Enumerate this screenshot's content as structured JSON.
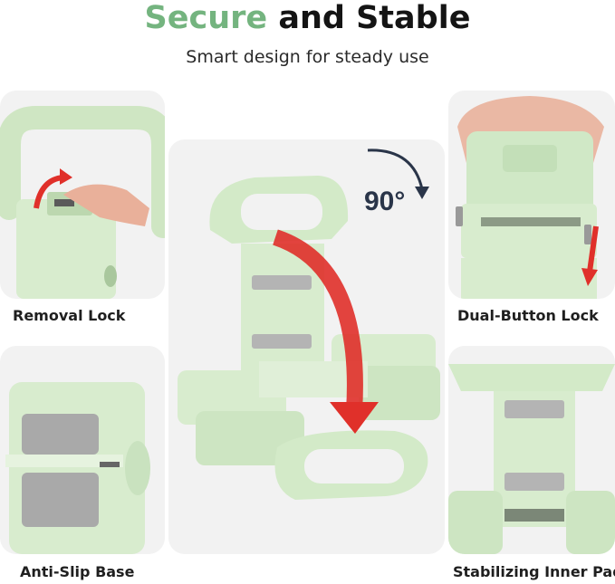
{
  "header": {
    "title_accent": "Secure",
    "title_rest": "and Stable",
    "subtitle": "Smart design for steady use"
  },
  "center": {
    "rotation_label": "90°"
  },
  "captions": {
    "top_left": "Removal Lock",
    "top_right": "Dual-Button Lock",
    "bottom_left": "Anti-Slip Base",
    "bottom_right": "Stabilizing Inner Pad"
  },
  "colors": {
    "accent_green": "#74b47f",
    "product_green": "#d8ecce",
    "arrow_red": "#e0302a",
    "tile_bg": "#f2f2f2"
  }
}
